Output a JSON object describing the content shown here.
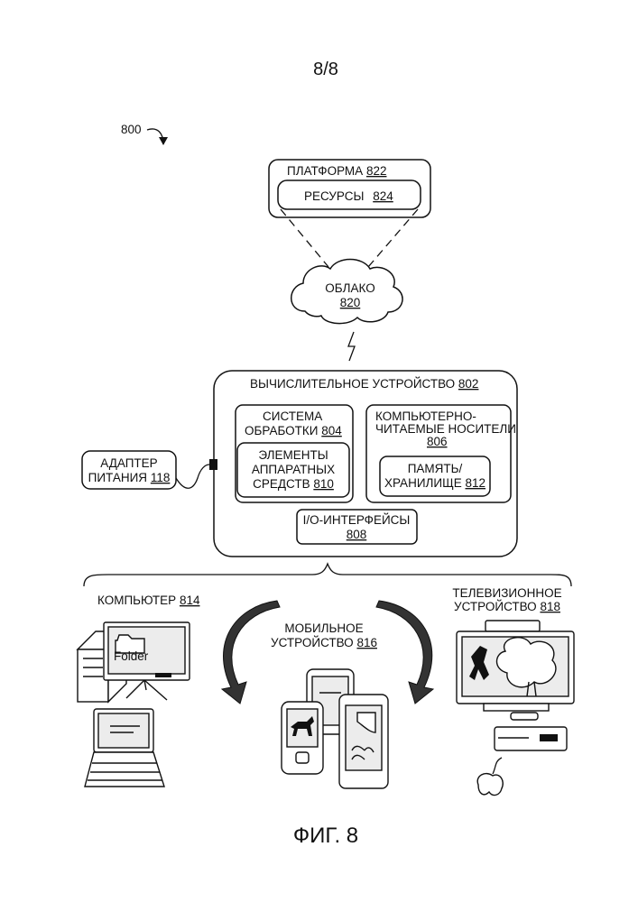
{
  "page_label": "8/8",
  "figure_caption": "ФИГ. 8",
  "reference": "800",
  "platform": {
    "label": "ПЛАТФОРМА",
    "num": "822"
  },
  "resources": {
    "label": "РЕСУРСЫ",
    "num": "824"
  },
  "cloud": {
    "label": "ОБЛАКО",
    "num": "820"
  },
  "computing_device": {
    "label": "ВЫЧИСЛИТЕЛЬНОЕ УСТРОЙСТВО",
    "num": "802"
  },
  "processing_system": {
    "line1": "СИСТЕМА",
    "line2": "ОБРАБОТКИ",
    "num": "804"
  },
  "hardware_elements": {
    "line1": "ЭЛЕМЕНТЫ",
    "line2": "АППАРАТНЫХ",
    "line3": "СРЕДСТВ",
    "num": "810"
  },
  "media": {
    "line1": "КОМПЬЮТЕРНО-",
    "line2": "ЧИТАЕМЫЕ НОСИТЕЛИ",
    "num": "806"
  },
  "memory": {
    "line1": "ПАМЯТЬ/",
    "line2": "ХРАНИЛИЩЕ",
    "num": "812"
  },
  "io": {
    "label": "I/O-ИНТЕРФЕЙСЫ",
    "num": "808"
  },
  "power_adapter": {
    "line1": "АДАПТЕР",
    "line2": "ПИТАНИЯ",
    "num": "118"
  },
  "computer": {
    "label": "КОМПЬЮТЕР",
    "num": "814",
    "folder_label": "Folder"
  },
  "mobile": {
    "line1": "МОБИЛЬНОЕ",
    "line2": "УСТРОЙСТВО",
    "num": "816"
  },
  "tv": {
    "line1": "ТЕЛЕВИЗИОННОЕ",
    "line2": "УСТРОЙСТВО",
    "num": "818"
  },
  "colors": {
    "line": "#111111",
    "background": "#ffffff",
    "screen_fill": "#ececec"
  }
}
